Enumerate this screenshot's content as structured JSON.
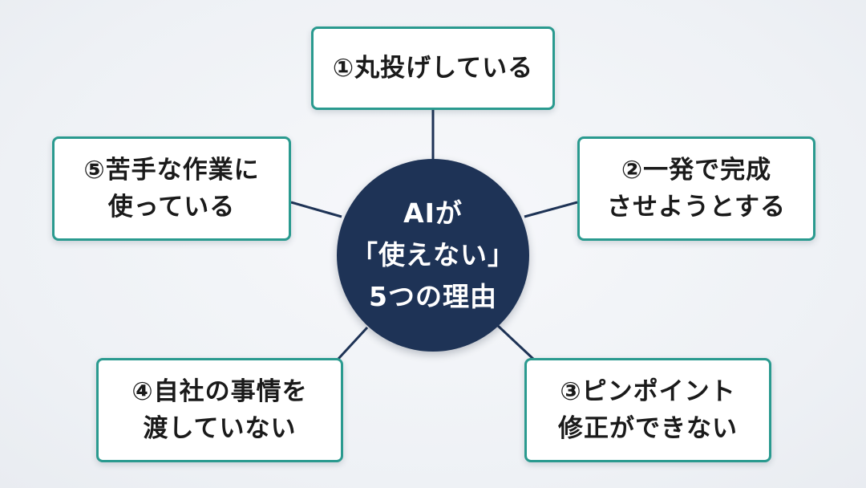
{
  "center": {
    "lines": [
      "AIが",
      "「使えない」",
      "5つの理由"
    ]
  },
  "reasons": [
    {
      "lines": [
        "①丸投げしている"
      ]
    },
    {
      "lines": [
        "②一発で完成",
        "させようとする"
      ]
    },
    {
      "lines": [
        "③ピンポイント",
        "修正ができない"
      ]
    },
    {
      "lines": [
        "④自社の事情を",
        "渡していない"
      ]
    },
    {
      "lines": [
        "⑤苦手な作業に",
        "使っている"
      ]
    }
  ],
  "colors": {
    "hub_fill": "#1e3356",
    "node_border": "#2a9a8f",
    "connector": "#1e3356",
    "background": "#f1f3f7"
  }
}
